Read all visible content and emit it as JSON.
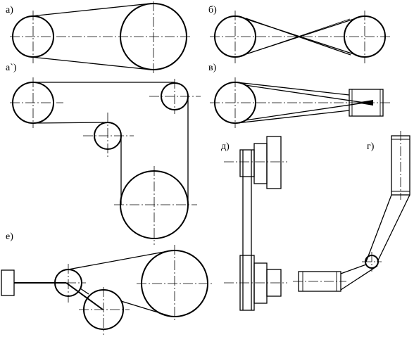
{
  "labels": {
    "a": "а)",
    "b": "б)",
    "a2": "а`)",
    "v": "в)",
    "d": "д)",
    "g": "г)",
    "e": "е)"
  }
}
